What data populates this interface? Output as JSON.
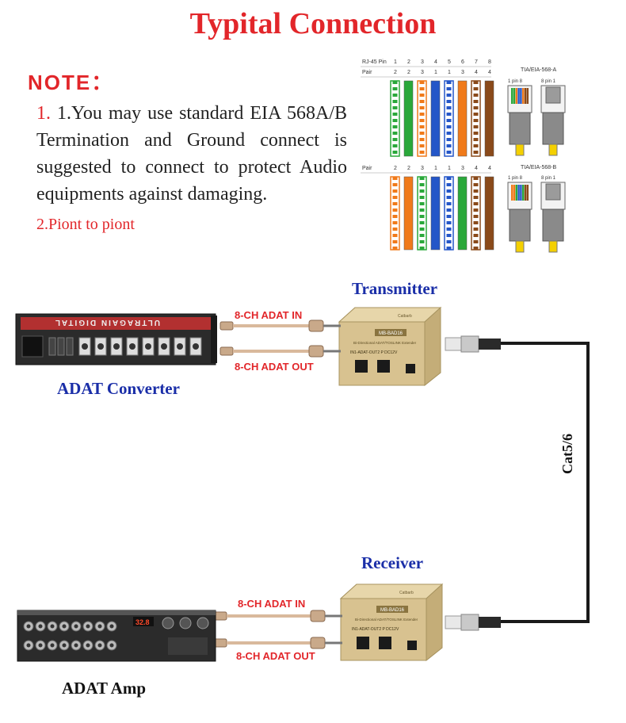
{
  "title": "Typital Connection",
  "note": {
    "heading": "NOTE：",
    "item1_num": "1.",
    "item1_text": " 1.You may use  standard EIA 568A/B Termination  and Ground connect is suggested to connect to protect Audio  equipments against damaging.",
    "item2_text": "2.Piont to piont"
  },
  "wiring": {
    "top": {
      "pin_label": "RJ-45 Pin",
      "pins": [
        "1",
        "2",
        "3",
        "4",
        "5",
        "6",
        "7",
        "8"
      ],
      "pair_label": "Pair",
      "pairs": [
        "2",
        "2",
        "3",
        "1",
        "1",
        "3",
        "4",
        "4"
      ],
      "standard": "TIA/EIA-568-A",
      "plug_pin_label": "1  pin  8",
      "plug_pin_label2": "8  pin  1"
    },
    "bottom": {
      "pair_label": "Pair",
      "pairs": [
        "2",
        "2",
        "3",
        "1",
        "1",
        "3",
        "4",
        "4"
      ],
      "standard": "TIA/EIA-568-B",
      "plug_pin_label": "1  pin  8",
      "plug_pin_label2": "8  pin  1"
    }
  },
  "labels": {
    "transmitter": "Transmitter",
    "receiver": "Receiver",
    "adat_converter": "ADAT Converter",
    "adat_amp": "ADAT Amp",
    "cable": "Cat5/6",
    "adat_in_top": "8-CH ADAT IN",
    "adat_out_top": "8-CH ADAT OUT",
    "adat_in_bottom": "8-CH ADAT IN",
    "adat_out_bottom": "8-CH ADAT OUT"
  },
  "device_text": {
    "box_model": "MB-BAD16",
    "box_brand": "Catbarb",
    "box_desc": "Bi-Directional ADAT/TOSLINK Extender",
    "box_ports": "IN1-ADAT-OUT2    P    DC12V",
    "converter_brand": "ULTRAGAIN DIGITAL",
    "amp_display": "32.8"
  },
  "colors": {
    "accent_red": "#e2262a",
    "label_blue": "#1a2ea8",
    "gold_box": "#d8c290"
  }
}
